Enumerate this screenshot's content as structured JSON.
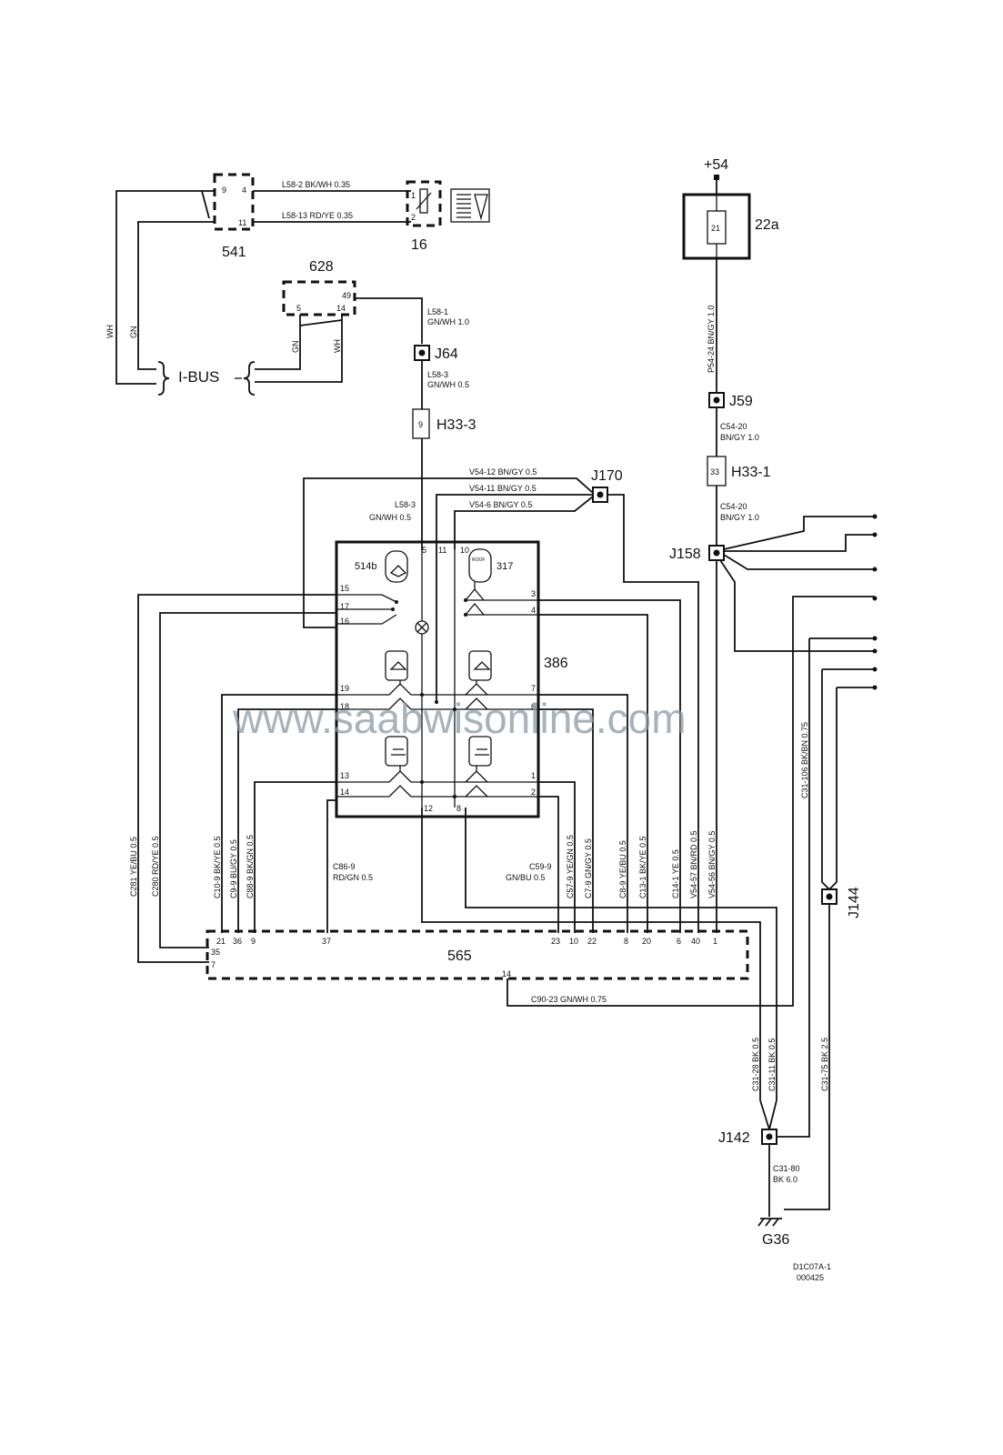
{
  "components": {
    "c541": "541",
    "c16": "16",
    "c628": "628",
    "c22a": "22a",
    "c386": "386",
    "c565": "565",
    "c514b": "514b",
    "c317": "317",
    "roof": "ROOF",
    "ibus": "I-BUS",
    "plus54": "+54"
  },
  "junctions": {
    "J64": "J64",
    "J59": "J59",
    "J170": "J170",
    "J158": "J158",
    "J142": "J142",
    "J144": "J144",
    "G36": "G36",
    "H33_3": "H33-3",
    "H33_1": "H33-1"
  },
  "pins": {
    "p541_9": "9",
    "p541_4": "4",
    "p541_11": "11",
    "p16_1": "1",
    "p16_2": "2",
    "p628_49": "49",
    "p628_5": "5",
    "p628_14": "14",
    "p22a_21": "21",
    "pH33_3": "9",
    "pH33_1": "33",
    "p386_5": "5",
    "p386_11": "11",
    "p386_10": "10",
    "p386_15": "15",
    "p386_17": "17",
    "p386_16": "16",
    "p386_19": "19",
    "p386_18": "18",
    "p386_13": "13",
    "p386_14": "14",
    "p386_3": "3",
    "p386_4": "4",
    "p386_7": "7",
    "p386_6": "6",
    "p386_1": "1",
    "p386_2": "2",
    "p386_12": "12",
    "p386_8": "8",
    "p565_21": "21",
    "p565_36": "36",
    "p565_9": "9",
    "p565_37": "37",
    "p565_23": "23",
    "p565_10": "10",
    "p565_22": "22",
    "p565_8": "8",
    "p565_20": "20",
    "p565_6": "6",
    "p565_40": "40",
    "p565_1": "1",
    "p565_35": "35",
    "p565_7": "7",
    "p565_14": "14"
  },
  "wires": {
    "L58_2": "L58-2   BK/WH   0.35",
    "L58_13": "L58-13   RD/YE   0.35",
    "L58_1_a": "L58-1",
    "L58_1_b": "GN/WH   1.0",
    "L58_3_a": "L58-3",
    "L58_3_b": "GN/WH   0.5",
    "L58_3c_a": "L58-3",
    "L58_3c_b": "GN/WH   0.5",
    "WH_1": "WH",
    "GN_1": "GN",
    "GN_2": "GN",
    "WH_2": "WH",
    "V54_12": "V54-12   BN/GY   0.5",
    "V54_11": "V54-11   BN/GY   0.5",
    "V54_6": "V54-6   BN/GY   0.5",
    "P54_24": "P54-24   BN/GY   1.0",
    "C54_20a_a": "C54-20",
    "C54_20a_b": "BN/GY   1.0",
    "C54_20b_a": "C54-20",
    "C54_20b_b": "BN/GY   1.0",
    "C281": "C281   YE/BU   0.5",
    "C280": "C280   RD/YE   0.5",
    "C10_9": "C10-9   BK/YE   0.5",
    "C9_9": "C9-9   BU/GY   0.5",
    "C88_9": "C88-9   BK/GN   0.5",
    "C86_9_a": "C86-9",
    "C86_9_b": "RD/GN   0.5",
    "C59_9_a": "C59-9",
    "C59_9_b": "GN/BU   0.5",
    "C57_9": "C57-9   YE/GN   0.5",
    "C7_9": "C7-9   GN/GY   0.5",
    "C8_9": "C8-9   YE/BU   0.5",
    "C13_1": "C13-1   BK/YE   0.5",
    "C14_1": "C14-1   YE   0.5",
    "V54_57": "V54-57   BN/RD   0.5",
    "V54_56": "V54-56   BN/GY   0.5",
    "C90_23": "C90-23   GN/WH   0.75",
    "C31_106": "C31-106   BK/BN   0.75",
    "C31_28": "C31-28   BK   0.5",
    "C31_11": "C31-11   BK   0.5",
    "C31_75": "C31-75   BK   2.5",
    "C31_80_a": "C31-80",
    "C31_80_b": "BK   6.0"
  },
  "footer": {
    "code": "D1C07A-1",
    "date": "000425"
  },
  "watermark": "www.saabwisonline.com"
}
